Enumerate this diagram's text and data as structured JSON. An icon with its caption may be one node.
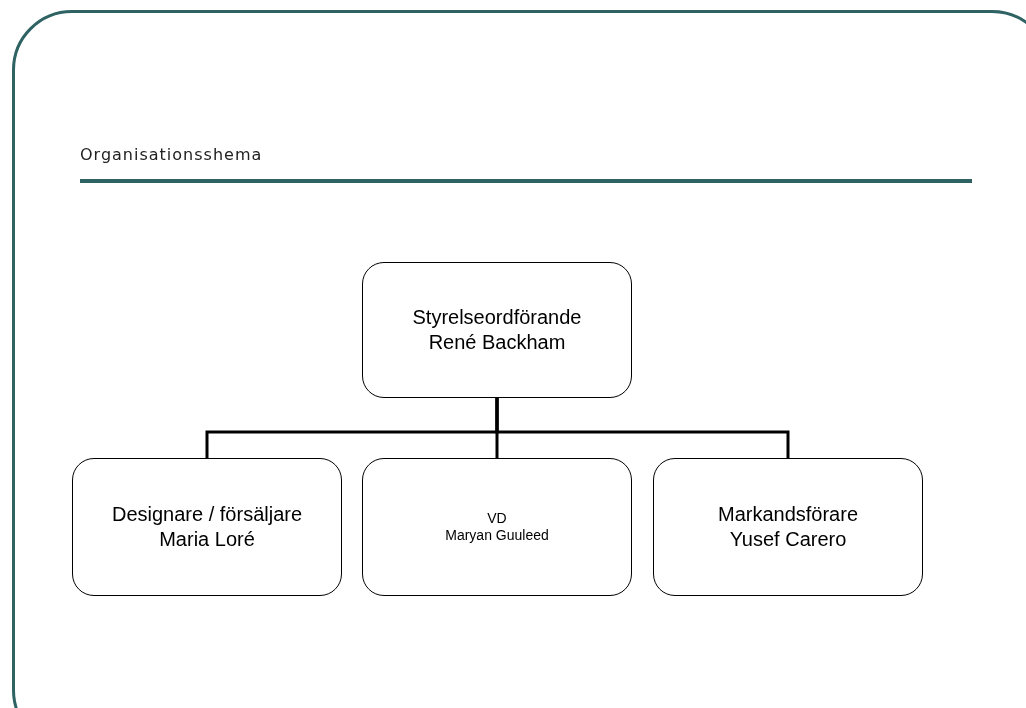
{
  "diagram": {
    "title": "Organisationsshema",
    "nodes": [
      {
        "text": [
          "Styrelseordförande",
          "René Backham"
        ]
      },
      {
        "text": [
          "Designare / försäljare",
          "Maria Loré"
        ]
      },
      {
        "text": [
          "VD",
          "Maryan Guuleed"
        ]
      },
      {
        "text": [
          "Markandsförare",
          "Yusef Carero"
        ]
      }
    ],
    "edges": [
      {
        "from": 0,
        "to": 1,
        "arrow": "none"
      },
      {
        "from": 0,
        "to": 2,
        "arrow": "none"
      },
      {
        "from": 0,
        "to": 3,
        "arrow": "none"
      }
    ]
  }
}
